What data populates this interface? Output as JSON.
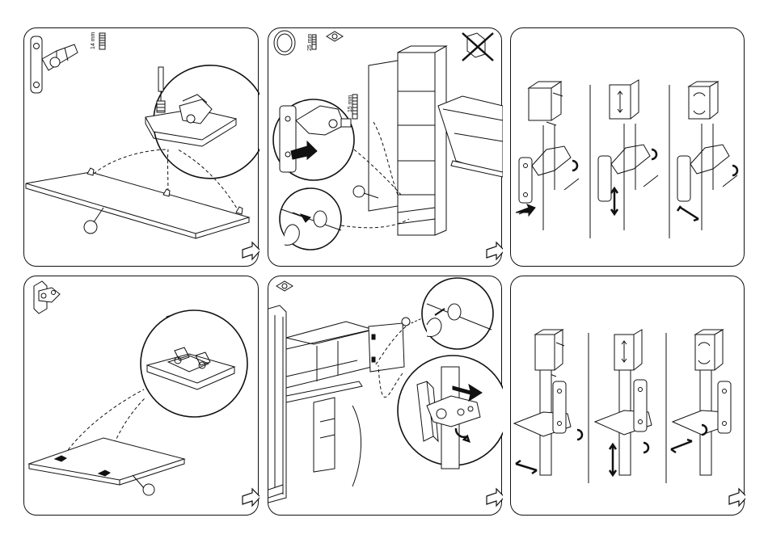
{
  "sheet": {
    "dimension_label_1": "14 mm",
    "dimension_label_2": "25 mm",
    "dimension_label_3": "15 mm"
  },
  "steps": [
    {
      "id": 1,
      "hardware": "hinge with 14 mm screws"
    },
    {
      "id": 2,
      "hardware": "door fitting 25 mm"
    },
    {
      "id": 3,
      "hardware": "hinge adjustment"
    },
    {
      "id": 4,
      "hardware": "clip hinge"
    },
    {
      "id": 5,
      "hardware": "door fitting"
    },
    {
      "id": 6,
      "hardware": "hinge adjustment"
    }
  ]
}
